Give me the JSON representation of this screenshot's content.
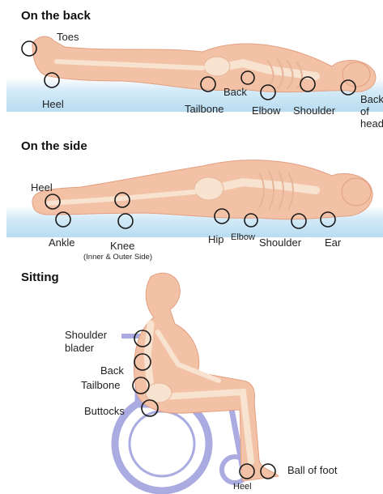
{
  "sections": {
    "back": {
      "heading": "On the back",
      "labels": {
        "toes": "Toes",
        "heel": "Heel",
        "back": "Back",
        "tailbone": "Tailbone",
        "elbow": "Elbow",
        "shoulder": "Shoulder",
        "back_of_head_1": "Back",
        "back_of_head_2": "of",
        "back_of_head_3": "head"
      }
    },
    "side": {
      "heading": "On the side",
      "labels": {
        "heel": "Heel",
        "ankle": "Ankle",
        "knee": "Knee",
        "knee_note": "(Inner & Outer Side)",
        "hip": "Hip",
        "elbow": "Elbow",
        "shoulder": "Shoulder",
        "ear": "Ear"
      }
    },
    "sitting": {
      "heading": "Sitting",
      "labels": {
        "shoulder_blader_1": "Shoulder",
        "shoulder_blader_2": "blader",
        "back": "Back",
        "tailbone": "Tailbone",
        "buttocks": "Buttocks",
        "ball_of_foot": "Ball of foot",
        "heel": "Heel"
      }
    }
  },
  "colors": {
    "skin": "#f3c2a6",
    "skin_dark": "#e6a488",
    "bone": "#f7e3cf",
    "mattress": "#c7e4f4",
    "wheelchair": "#8d8fd8"
  }
}
